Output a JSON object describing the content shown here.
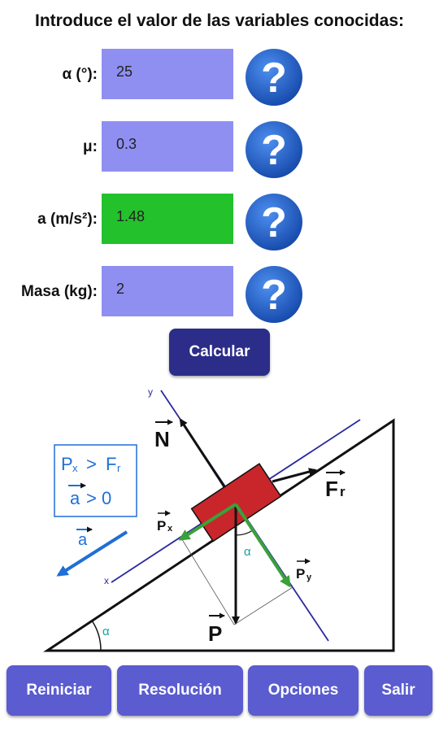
{
  "title": "Introduce el valor de las variables conocidas:",
  "fields": [
    {
      "label": "α (°):",
      "value": "25"
    },
    {
      "label": "μ:",
      "value": "0.3"
    },
    {
      "label": "a (m/s²):",
      "value": "1.48"
    },
    {
      "label": "Masa (kg):",
      "value": "2"
    }
  ],
  "help_symbol": "?",
  "calc_button": "Calcular",
  "diagram": {
    "axis_x": "x",
    "axis_y": "y",
    "normal": "N",
    "friction": "F",
    "friction_sub": "r",
    "weight": "P",
    "px": "P",
    "px_sub": "x",
    "py": "P",
    "py_sub": "y",
    "alpha": "α",
    "cond1_a": "P",
    "cond1_a_sub": "x",
    "cond1_op": ">",
    "cond1_b": "F",
    "cond1_b_sub": "r",
    "cond2_vec": "a",
    "cond2_rest": "> 0",
    "accel": "a"
  },
  "bottom_buttons": [
    "Reiniciar",
    "Resolución",
    "Opciones",
    "Salir"
  ],
  "colors": {
    "input_bg": "#8f8ff2",
    "result_bg": "#23c12c",
    "button": "#5a5ccf",
    "button_dark": "#2b2d88",
    "block": "#c8262a",
    "green_vectors": "#3aa13a",
    "blue_accent": "#1f6fd6"
  }
}
